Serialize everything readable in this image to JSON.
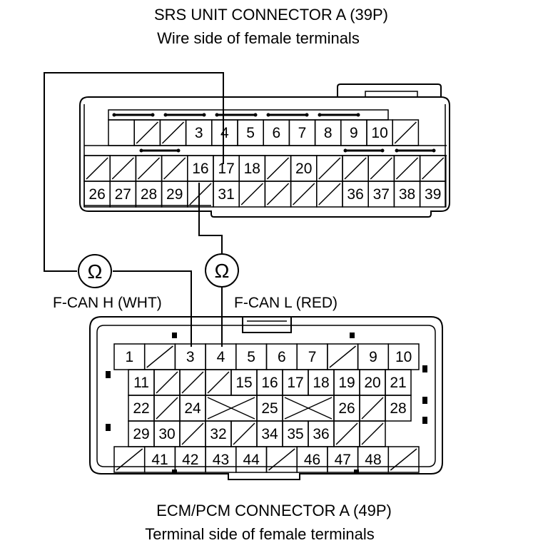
{
  "srs_connector": {
    "title": "SRS UNIT CONNECTOR A (39P)",
    "subtitle": "Wire side of female terminals",
    "row1": [
      {
        "label": "",
        "blank": false
      },
      {
        "label": "",
        "blank": true
      },
      {
        "label": "",
        "blank": true
      },
      {
        "label": "3",
        "blank": false
      },
      {
        "label": "4",
        "blank": false
      },
      {
        "label": "5",
        "blank": false
      },
      {
        "label": "6",
        "blank": false
      },
      {
        "label": "7",
        "blank": false
      },
      {
        "label": "8",
        "blank": false
      },
      {
        "label": "9",
        "blank": false
      },
      {
        "label": "10",
        "blank": false
      },
      {
        "label": "",
        "blank": true
      }
    ],
    "row2": [
      {
        "label": "",
        "blank": true
      },
      {
        "label": "",
        "blank": true
      },
      {
        "label": "",
        "blank": true
      },
      {
        "label": "",
        "blank": true
      },
      {
        "label": "16",
        "blank": false
      },
      {
        "label": "17",
        "blank": false
      },
      {
        "label": "18",
        "blank": false
      },
      {
        "label": "",
        "blank": true
      },
      {
        "label": "20",
        "blank": false
      },
      {
        "label": "",
        "blank": true
      },
      {
        "label": "",
        "blank": true
      },
      {
        "label": "",
        "blank": true
      },
      {
        "label": "",
        "blank": true
      },
      {
        "label": "",
        "blank": true
      }
    ],
    "row3": [
      {
        "label": "26",
        "blank": false
      },
      {
        "label": "27",
        "blank": false
      },
      {
        "label": "28",
        "blank": false
      },
      {
        "label": "29",
        "blank": false
      },
      {
        "label": "",
        "blank": true
      },
      {
        "label": "31",
        "blank": false
      },
      {
        "label": "",
        "blank": true
      },
      {
        "label": "",
        "blank": true
      },
      {
        "label": "",
        "blank": true
      },
      {
        "label": "",
        "blank": true
      },
      {
        "label": "36",
        "blank": false
      },
      {
        "label": "37",
        "blank": false
      },
      {
        "label": "38",
        "blank": false
      },
      {
        "label": "39",
        "blank": false
      }
    ]
  },
  "ecm_connector": {
    "title": "ECM/PCM CONNECTOR A (49P)",
    "subtitle": "Terminal side of female terminals",
    "row1": [
      {
        "label": "1",
        "blank": false
      },
      {
        "label": "",
        "blank": true
      },
      {
        "label": "3",
        "blank": false
      },
      {
        "label": "4",
        "blank": false
      },
      {
        "label": "5",
        "blank": false
      },
      {
        "label": "6",
        "blank": false
      },
      {
        "label": "7",
        "blank": false
      },
      {
        "label": "",
        "blank": true
      },
      {
        "label": "9",
        "blank": false
      },
      {
        "label": "10",
        "blank": false
      }
    ],
    "row2": [
      {
        "label": "11",
        "blank": false
      },
      {
        "label": "",
        "blank": true
      },
      {
        "label": "",
        "blank": true
      },
      {
        "label": "",
        "blank": true
      },
      {
        "label": "15",
        "blank": false
      },
      {
        "label": "16",
        "blank": false
      },
      {
        "label": "17",
        "blank": false
      },
      {
        "label": "18",
        "blank": false
      },
      {
        "label": "19",
        "blank": false
      },
      {
        "label": "20",
        "blank": false
      },
      {
        "label": "21",
        "blank": false
      }
    ],
    "row3": [
      {
        "label": "22",
        "blank": false
      },
      {
        "label": "",
        "blank": true
      },
      {
        "label": "24",
        "blank": false
      },
      {
        "label": "",
        "blank": false,
        "cross": true
      },
      {
        "label": "25",
        "blank": false
      },
      {
        "label": "",
        "blank": false,
        "cross": true
      },
      {
        "label": "26",
        "blank": false
      },
      {
        "label": "",
        "blank": true
      },
      {
        "label": "28",
        "blank": false
      }
    ],
    "row4": [
      {
        "label": "29",
        "blank": false
      },
      {
        "label": "30",
        "blank": false
      },
      {
        "label": "",
        "blank": true
      },
      {
        "label": "32",
        "blank": false
      },
      {
        "label": "",
        "blank": true
      },
      {
        "label": "34",
        "blank": false
      },
      {
        "label": "35",
        "blank": false
      },
      {
        "label": "36",
        "blank": false
      },
      {
        "label": "",
        "blank": true
      },
      {
        "label": "",
        "blank": true
      }
    ],
    "row5": [
      {
        "label": "",
        "blank": true
      },
      {
        "label": "41",
        "blank": false
      },
      {
        "label": "42",
        "blank": false
      },
      {
        "label": "43",
        "blank": false
      },
      {
        "label": "44",
        "blank": false
      },
      {
        "label": "",
        "blank": true
      },
      {
        "label": "46",
        "blank": false
      },
      {
        "label": "47",
        "blank": false
      },
      {
        "label": "48",
        "blank": false
      },
      {
        "label": "",
        "blank": true
      }
    ]
  },
  "wires": {
    "h_label": "F-CAN H (WHT)",
    "l_label": "F-CAN L (RED)",
    "meter_symbol": "Ω"
  }
}
